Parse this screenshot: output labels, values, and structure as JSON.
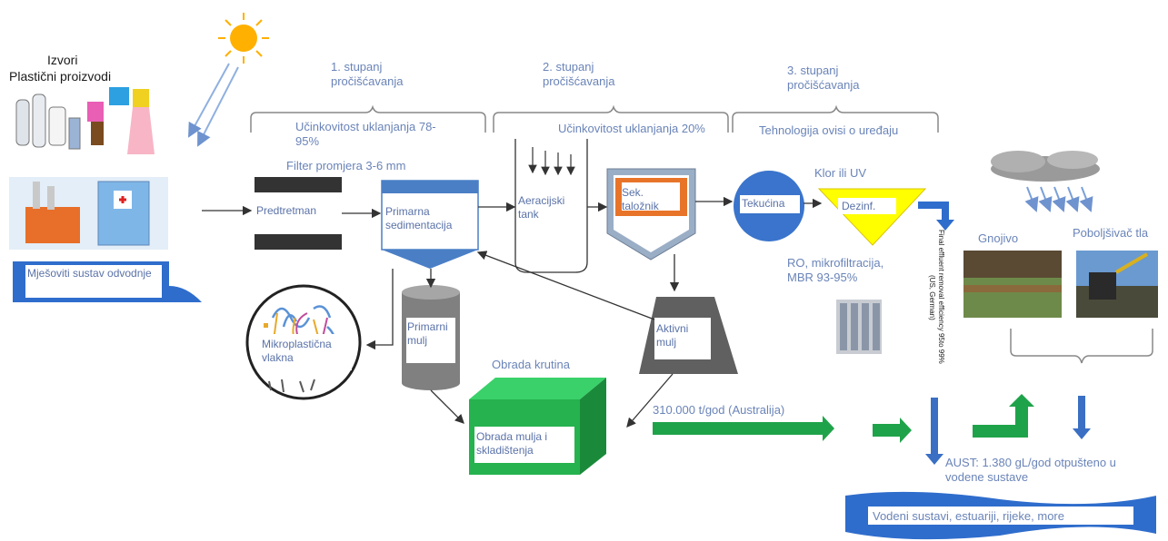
{
  "sources": {
    "title": "Izvori",
    "subtitle": "Plastični proizvodi",
    "sewer": "Mješoviti sustav odvodnje"
  },
  "stage1": {
    "title": "1. stupanj pročišćavanja",
    "efficiency": "Učinkovitost uklanjanja 78-95%",
    "filter": "Filter promjera 3-6 mm"
  },
  "stage2": {
    "title": "2. stupanj pročišćavanja",
    "efficiency": "Učinkovitost uklanjanja 20%"
  },
  "stage3": {
    "title": "3. stupanj pročišćavanja",
    "technology": "Tehnologija ovisi o uređaju",
    "disinfection_method": "Klor ili UV",
    "ro": "RO, mikrofiltracija, MBR 93-95%"
  },
  "units": {
    "pretreatment": "Predtretman",
    "primary_sed": "Primarna sedimentacija",
    "aeration": "Aeracijski tank",
    "sec_clarifier": "Sek. taložnik",
    "liquid": "Tekućina",
    "disinfection": "Dezinf.",
    "primary_sludge": "Primarni mulj",
    "active_sludge": "Aktivni mulj",
    "microfibers": "Mikroplastična vlakna",
    "solids": "Obrada krutina",
    "sludge_storage": "Obrada mulja i skladištenja"
  },
  "flows": {
    "australia": "310.000 t/god (Australija)",
    "final_efficiency": "Final effluent removal efficiency 95to 99%",
    "final_efficiency_src": "(US, German)",
    "aust_release": "AUST: 1.380 gL/god otpušteno u vodene sustave",
    "water_systems": "Vodeni sustavi, estuariji, rijeke, more"
  },
  "reuse": {
    "fertilizer": "Gnojivo",
    "soil": "Poboljšivač tla"
  },
  "colors": {
    "blue_arrow": "#3a6fc4",
    "green": "#1fa34a",
    "yellow": "#ffff00",
    "orange": "#e8742a",
    "label_blue": "#6a84b8"
  }
}
